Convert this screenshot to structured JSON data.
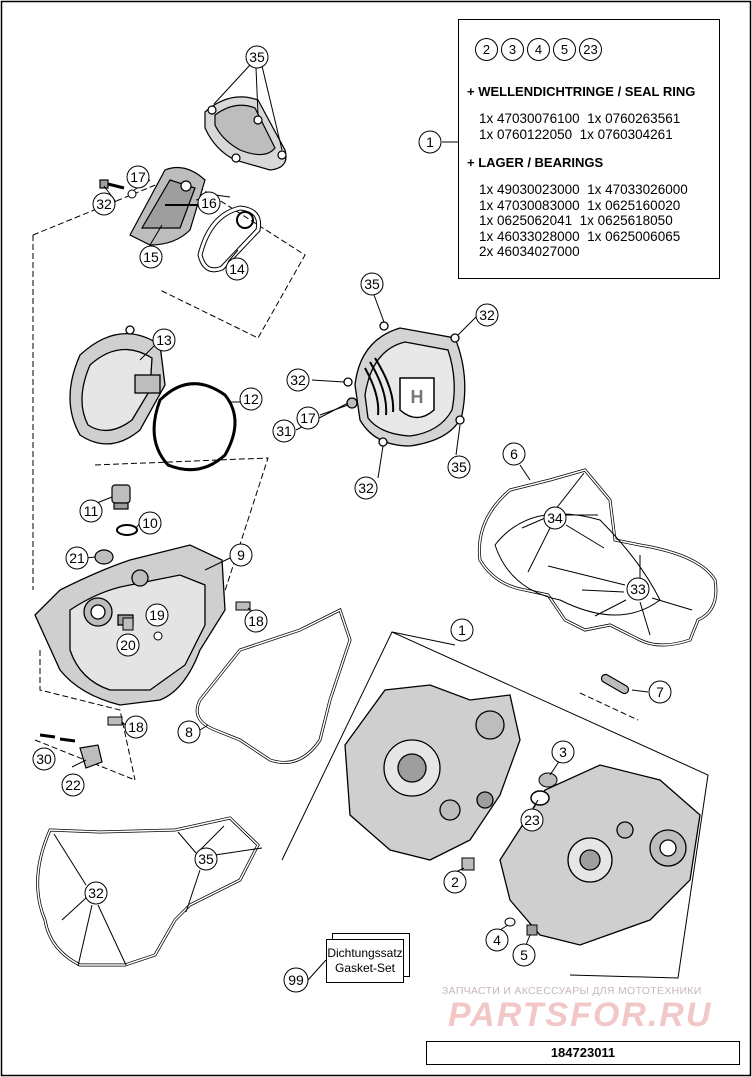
{
  "info_box": {
    "circled_refs": [
      "2",
      "3",
      "4",
      "5",
      "23"
    ],
    "seal_header": "+ WELLENDICHTRINGE / SEAL RING",
    "seal_parts": [
      "1x 47030076100",
      "1x 0760263561",
      "1x 0760122050",
      "1x 0760304261"
    ],
    "bearing_header": "+ LAGER / BEARINGS",
    "bearing_parts": [
      "1x 49030023000",
      "1x 47033026000",
      "1x 47030083000",
      "1x 0625160020",
      "1x 0625062041",
      "1x 0625618050",
      "1x 46033028000",
      "1x 0625006065",
      "2x 46034027000"
    ]
  },
  "gasket_set": {
    "line1": "Dichtungssatz",
    "line2": "Gasket-Set"
  },
  "diagram_number": "184723011",
  "watermark": {
    "small": "ЗАПЧАСТИ И АКСЕССУАРЫ ДЛЯ МОТОТЕХНИКИ",
    "logo": "PARTSFOR.RU"
  },
  "callouts": [
    {
      "n": "35"
    },
    {
      "n": "17"
    },
    {
      "n": "32"
    },
    {
      "n": "16"
    },
    {
      "n": "15"
    },
    {
      "n": "14"
    },
    {
      "n": "13"
    },
    {
      "n": "12"
    },
    {
      "n": "11"
    },
    {
      "n": "10"
    },
    {
      "n": "21"
    },
    {
      "n": "9"
    },
    {
      "n": "19"
    },
    {
      "n": "20"
    },
    {
      "n": "18"
    },
    {
      "n": "18"
    },
    {
      "n": "30"
    },
    {
      "n": "22"
    },
    {
      "n": "8"
    },
    {
      "n": "35"
    },
    {
      "n": "32"
    },
    {
      "n": "32"
    },
    {
      "n": "17"
    },
    {
      "n": "31"
    },
    {
      "n": "35"
    },
    {
      "n": "32"
    },
    {
      "n": "6"
    },
    {
      "n": "34"
    },
    {
      "n": "33"
    },
    {
      "n": "1"
    },
    {
      "n": "1"
    },
    {
      "n": "7"
    },
    {
      "n": "3"
    },
    {
      "n": "23"
    },
    {
      "n": "2"
    },
    {
      "n": "4"
    },
    {
      "n": "5"
    },
    {
      "n": "35"
    },
    {
      "n": "32"
    },
    {
      "n": "99"
    }
  ]
}
